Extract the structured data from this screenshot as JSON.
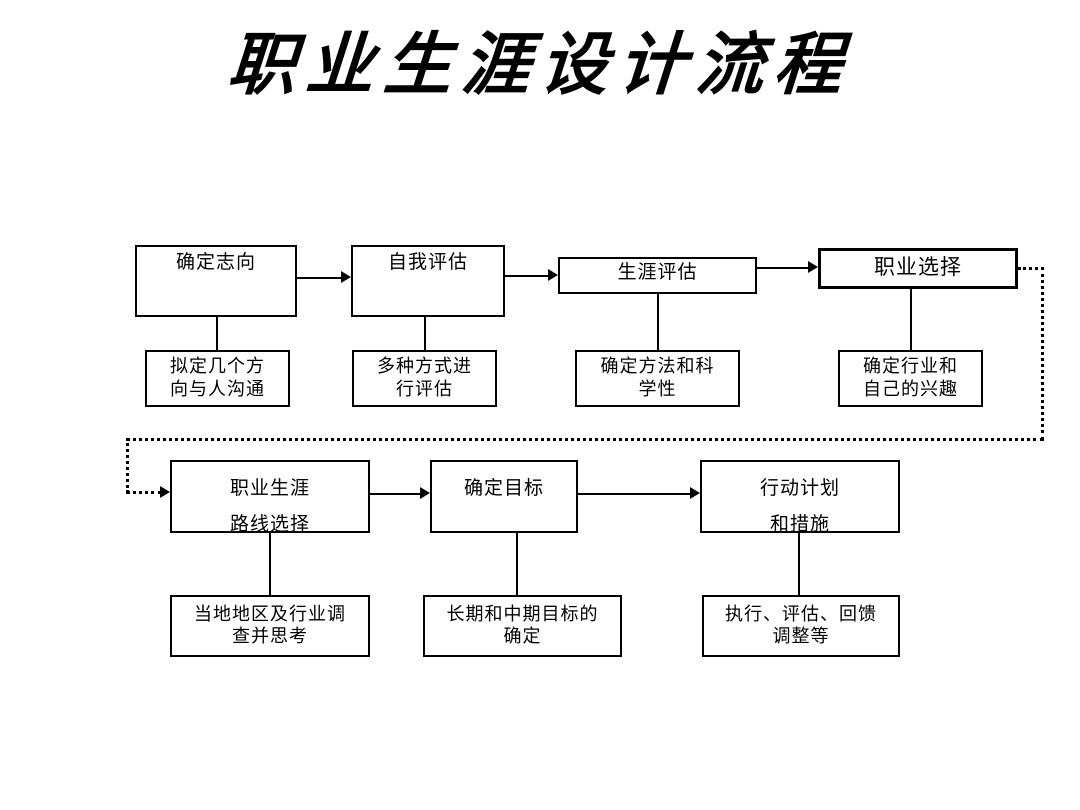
{
  "title": "职业生涯设计流程",
  "diagram": {
    "type": "flowchart",
    "orientation": "left-to-right, two rows with feedback loop",
    "row1": {
      "steps": [
        {
          "label": "确定志向",
          "detail": {
            "line1": "拟定几个方",
            "line2": "向与人沟通"
          }
        },
        {
          "label": "自我评估",
          "detail": {
            "line1": "多种方式进",
            "line2": "行评估"
          }
        },
        {
          "label": "生涯评估",
          "detail": {
            "line1": "确定方法和科",
            "line2": "学性"
          }
        },
        {
          "label": "职业选择",
          "detail": {
            "line1": "确定行业和",
            "line2": "自己的兴趣"
          }
        }
      ]
    },
    "row2": {
      "steps": [
        {
          "label_line1": "职业生涯",
          "label_line2": "路线选择",
          "detail": {
            "line1": "当地地区及行业调",
            "line2": "查并思考"
          }
        },
        {
          "label_line1": "确定目标",
          "label_line2": "",
          "detail": {
            "line1": "长期和中期目标的",
            "line2": "确定"
          }
        },
        {
          "label_line1": "行动计划",
          "label_line2": "和措施",
          "detail": {
            "line1": "执行、评估、回馈",
            "line2": "调整等"
          }
        }
      ]
    },
    "connectors": {
      "solid_arrows": 5,
      "dotted_feedback": "职业选择 → 职业生涯路线选择"
    },
    "colors": {
      "stroke": "#000000",
      "background": "#ffffff",
      "text": "#000000"
    }
  }
}
